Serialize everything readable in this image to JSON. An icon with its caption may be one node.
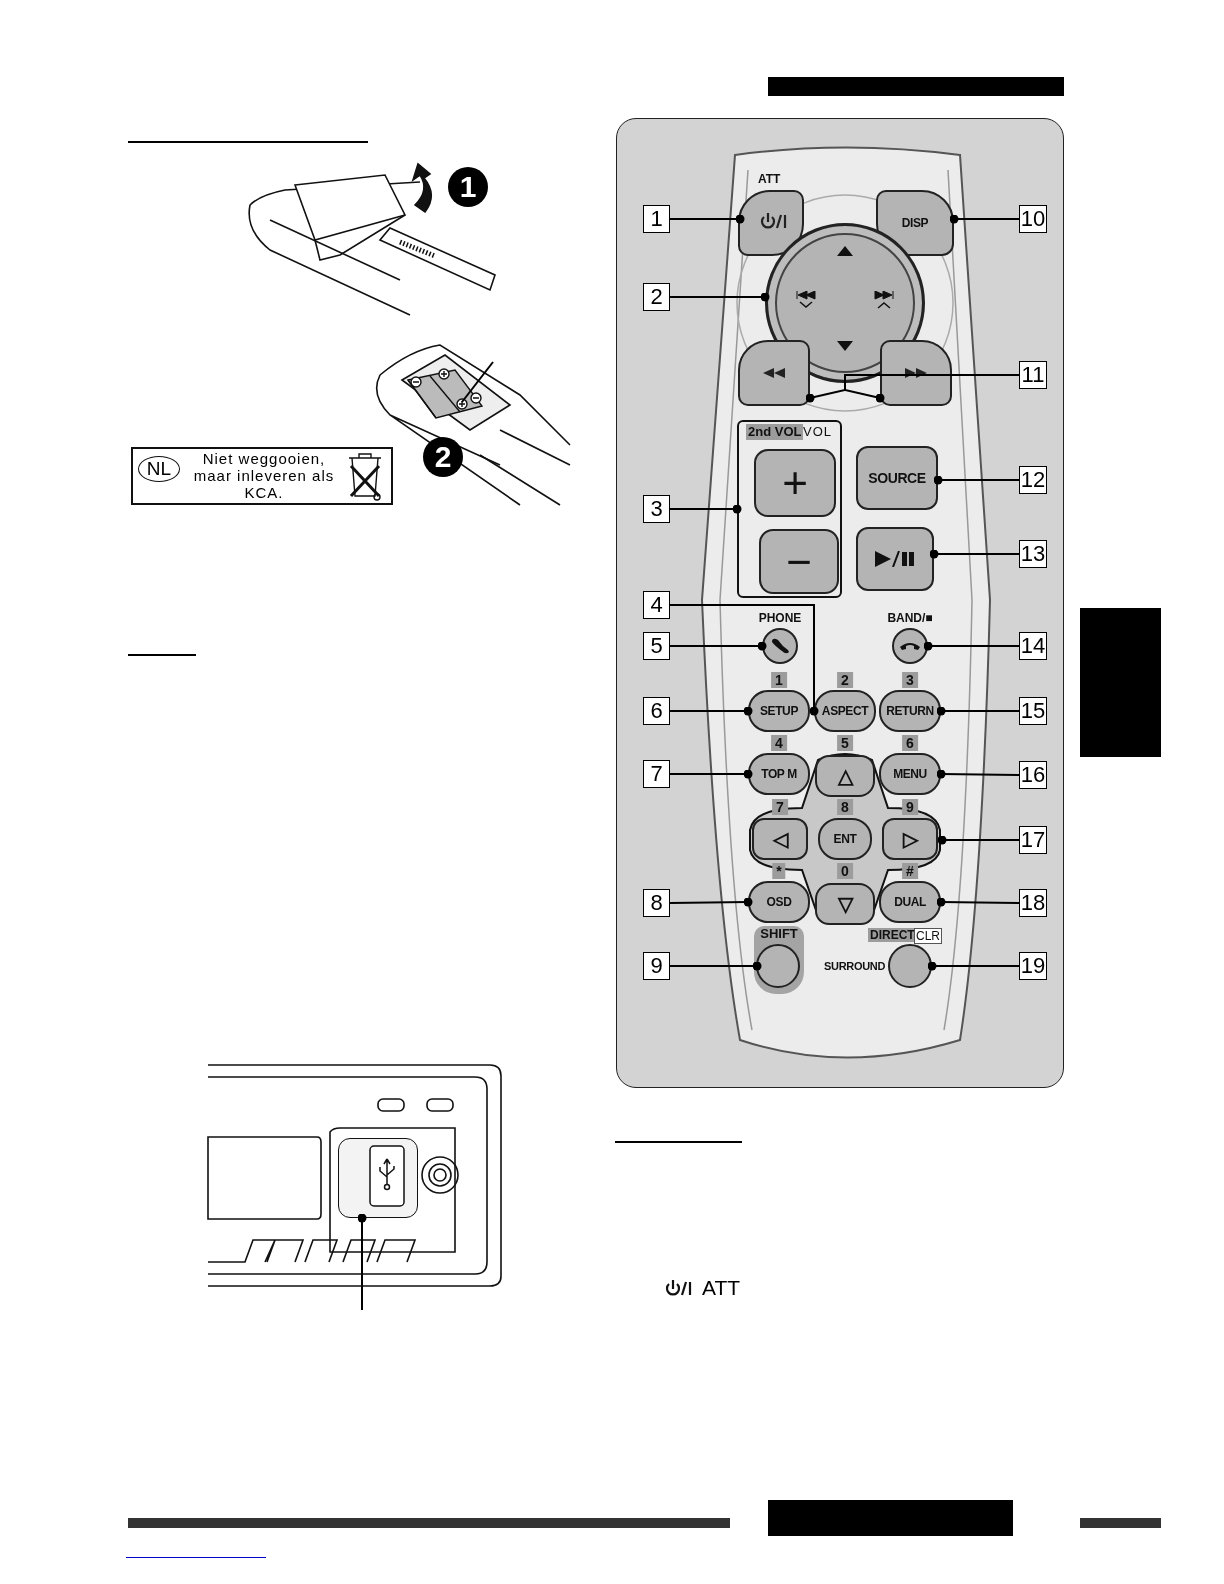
{
  "diagram": {
    "nodes": [
      {
        "text": [
          "NL",
          "Niet weggooien, maar inleveren als KCA."
        ]
      },
      {
        "text": [],
        "shape": "picture"
      },
      {
        "text": [],
        "shape": "picture"
      },
      {
        "text": [
          "ATT"
        ]
      },
      {
        "text": [
          "DISP"
        ]
      },
      {
        "text": [
          "1"
        ]
      },
      {
        "text": [
          "10"
        ]
      },
      {
        "text": [],
        "shape": "circle"
      },
      {
        "text": [
          "2"
        ]
      },
      {
        "text": [],
        "shape": "box"
      },
      {
        "text": [],
        "shape": "box"
      },
      {
        "text": [
          "11"
        ]
      },
      {
        "text": [
          "2nd VOL",
          "VOL"
        ]
      },
      {
        "text": [
          "+"
        ],
        "in": 12
      },
      {
        "text": [
          "−"
        ],
        "in": 12
      },
      {
        "text": [
          "SOURCE"
        ]
      },
      {
        "text": [
          "12"
        ]
      },
      {
        "text": [],
        "shape": "box"
      },
      {
        "text": [
          "13"
        ]
      },
      {
        "text": [
          "3"
        ]
      },
      {
        "text": [
          "4"
        ]
      },
      {
        "text": [
          "PHONE"
        ]
      },
      {
        "text": [
          "BAND/■"
        ]
      },
      {
        "text": [
          "5"
        ]
      },
      {
        "text": [
          "14"
        ]
      },
      {
        "text": [
          "1",
          "SETUP"
        ]
      },
      {
        "text": [
          "2",
          "ASPECT"
        ]
      },
      {
        "text": [
          "3",
          "RETURN"
        ]
      },
      {
        "text": [
          "6"
        ]
      },
      {
        "text": [
          "15"
        ]
      },
      {
        "text": [
          "4",
          "TOP M"
        ]
      },
      {
        "text": [],
        "shape": "box"
      },
      {
        "text": [
          "5",
          "△"
        ],
        "in": 31
      },
      {
        "text": [
          "6",
          "MENU"
        ]
      },
      {
        "text": [
          "7"
        ]
      },
      {
        "text": [
          "16"
        ]
      },
      {
        "text": [
          "7",
          "◁"
        ],
        "in": 31
      },
      {
        "text": [
          "8",
          "ENT"
        ],
        "in": 31
      },
      {
        "text": [
          "9",
          "▷"
        ],
        "in": 31
      },
      {
        "text": [
          "17"
        ]
      },
      {
        "text": [
          "0",
          "▽"
        ],
        "in": 31
      },
      {
        "text": [
          "*",
          "OSD"
        ]
      },
      {
        "text": [
          "#",
          "DUAL"
        ]
      },
      {
        "text": [
          "8"
        ]
      },
      {
        "text": [
          "18"
        ]
      },
      {
        "text": [
          "SHIFT"
        ]
      },
      {
        "text": [
          "DIRECT",
          "CLR",
          "SURROUND"
        ]
      },
      {
        "text": [
          "9"
        ]
      },
      {
        "text": [
          "19"
        ]
      },
      {
        "text": [],
        "shape": "box"
      }
    ],
    "edges": [
      {
        "from": 5,
        "to": 3,
        "arrow": "other"
      },
      {
        "from": 8,
        "to": 7,
        "arrow": "other"
      },
      {
        "from": 19,
        "to": 12,
        "arrow": "other"
      },
      {
        "from": 20,
        "to": 26,
        "arrow": "other"
      },
      {
        "from": 23,
        "to": 21,
        "arrow": "other"
      },
      {
        "from": 28,
        "to": 25,
        "arrow": "other"
      },
      {
        "from": 34,
        "to": 30,
        "arrow": "other"
      },
      {
        "from": 43,
        "to": 41,
        "arrow": "other"
      },
      {
        "from": 47,
        "to": 45,
        "arrow": "other"
      },
      {
        "from": 6,
        "to": 4,
        "arrow": "other"
      },
      {
        "from": 11,
        "to": 9,
        "arrow": "other"
      },
      {
        "from": 11,
        "to": 10,
        "arrow": "other"
      },
      {
        "from": 16,
        "to": 15,
        "arrow": "other"
      },
      {
        "from": 18,
        "to": 17,
        "arrow": "other"
      },
      {
        "from": 24,
        "to": 22,
        "arrow": "other"
      },
      {
        "from": 29,
        "to": 27,
        "arrow": "other"
      },
      {
        "from": 35,
        "to": 33,
        "arrow": "other"
      },
      {
        "from": 39,
        "to": 31,
        "arrow": "other"
      },
      {
        "from": 44,
        "to": 42,
        "arrow": "other"
      },
      {
        "from": 48,
        "to": 46,
        "arrow": "other"
      },
      {
        "from": 1,
        "to": null,
        "arrow": "none"
      },
      {
        "from": null,
        "to": 2,
        "arrow": "other"
      }
    ],
    "labels": [
      "1",
      "2",
      "ATT"
    ]
  }
}
